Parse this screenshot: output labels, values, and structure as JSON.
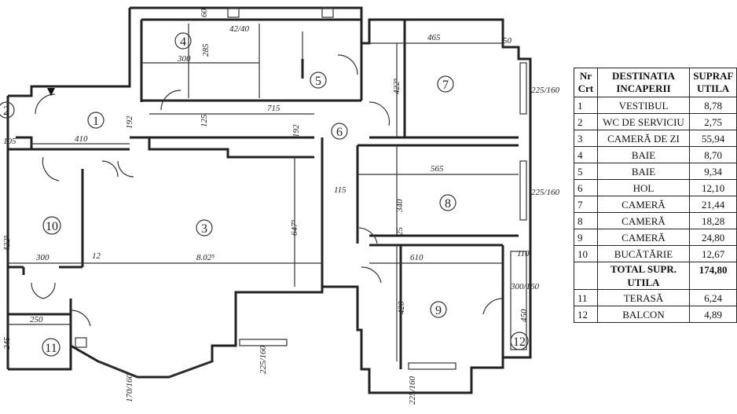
{
  "rooms": [
    {
      "num": "1"
    },
    {
      "num": "2"
    },
    {
      "num": "3"
    },
    {
      "num": "4"
    },
    {
      "num": "5"
    },
    {
      "num": "6"
    },
    {
      "num": "7"
    },
    {
      "num": "8"
    },
    {
      "num": "9"
    },
    {
      "num": "10"
    },
    {
      "num": "11"
    },
    {
      "num": "12"
    }
  ],
  "dimensions": {
    "d_465": "465",
    "d_715": "715",
    "d_565": "565",
    "d_610": "610",
    "d_300_top": "300",
    "d_300_left": "300",
    "d_410": "410",
    "d_250": "250",
    "d_802": "8.02⁵",
    "d_192a": "192",
    "d_192b": "192",
    "d_422a": "422⁵",
    "d_422b": "422⁵",
    "d_340": "340",
    "d_420": "420",
    "d_450": "450",
    "d_647": "647⁵",
    "d_285": "285",
    "d_125": "125",
    "d_115": "115",
    "d_105": "105",
    "d_12": "12",
    "d_25": "25",
    "d_245": "245",
    "d_225_160_a": "225/160",
    "d_225_160_b": "225/160",
    "d_170_160": "170/160",
    "d_225_160_c": "225/160",
    "d_225_160_d": "225/160",
    "d_300_160": "300/160",
    "d_42_40": "42/40",
    "d_110": "110",
    "d_50": "50",
    "d_60": "60"
  },
  "legend": {
    "header": {
      "nr": "Nr Crt",
      "dest": "DESTINATIA INCAPERII",
      "supr": "SUPRAF UTILA"
    },
    "rows": [
      {
        "nr": "1",
        "name": "VESTIBUL",
        "area": "8,78"
      },
      {
        "nr": "2",
        "name": "WC DE SERVICIU",
        "area": "2,75"
      },
      {
        "nr": "3",
        "name": "CAMERĂ DE ZI",
        "area": "55,94"
      },
      {
        "nr": "4",
        "name": "BAIE",
        "area": "8,70"
      },
      {
        "nr": "5",
        "name": "BAIE",
        "area": "9,34"
      },
      {
        "nr": "6",
        "name": "HOL",
        "area": "12,10"
      },
      {
        "nr": "7",
        "name": "CAMERĂ",
        "area": "21,44"
      },
      {
        "nr": "8",
        "name": "CAMERĂ",
        "area": "18,28"
      },
      {
        "nr": "9",
        "name": "CAMERĂ",
        "area": "24,80"
      },
      {
        "nr": "10",
        "name": "BUCĂTĂRIE",
        "area": "12,67"
      }
    ],
    "total": {
      "name": "TOTAL SUPR. UTILA",
      "area": "174,80"
    },
    "extra": [
      {
        "nr": "11",
        "name": "TERASĂ",
        "area": "6,24"
      },
      {
        "nr": "12",
        "name": "BALCON",
        "area": "4,89"
      }
    ]
  }
}
